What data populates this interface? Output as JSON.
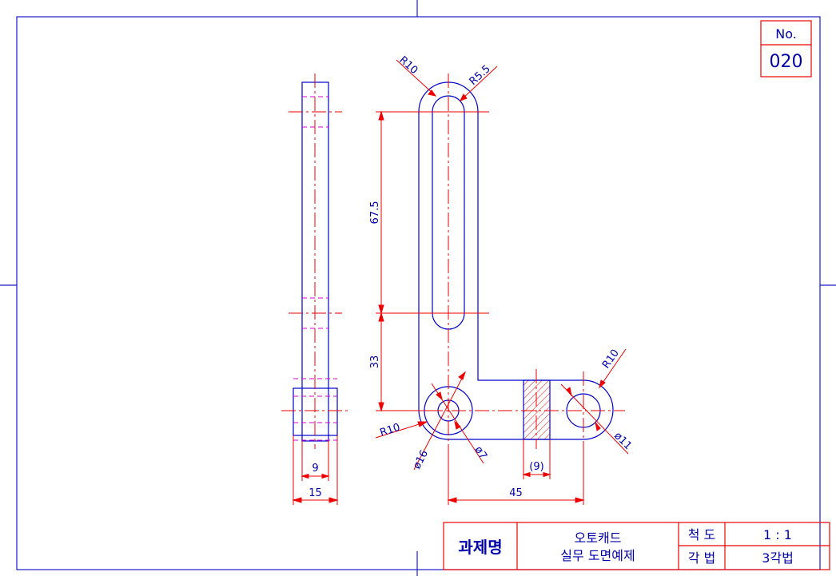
{
  "drawing_number": {
    "label": "No.",
    "value": "020"
  },
  "dimensions": {
    "r10_top": "R10",
    "r5_5": "R5.5",
    "len_67_5": "67.5",
    "len_33": "33",
    "r10_left": "R10",
    "dia16": "ø16",
    "dia7": "ø7",
    "paren9": "(9)",
    "r10_right": "R10",
    "dia11": "ø11",
    "width45": "45",
    "side9": "9",
    "side15": "15"
  },
  "title_block": {
    "project_label": "과제명",
    "title_line1": "오토캐드",
    "title_line2": "실무 도면예제",
    "scale_label": "척 도",
    "scale_value": "1 : 1",
    "projection_label": "각 법",
    "projection_value": "3각법"
  },
  "colors": {
    "outline": "#0000cc",
    "dimension": "#ee0000",
    "hidden": "#dd00dd",
    "text": "#0000aa",
    "border": "#1a1acc"
  }
}
